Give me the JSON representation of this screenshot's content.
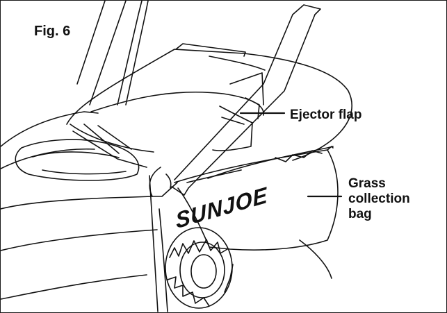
{
  "figure": {
    "title": "Fig. 6",
    "brand_logo": "SUNJOE",
    "labels": {
      "ejector_flap": "Ejector flap",
      "grass_collection_bag": [
        "Grass",
        "collection",
        "bag"
      ]
    }
  },
  "colors": {
    "ink": "#111111",
    "background": "#ffffff"
  }
}
